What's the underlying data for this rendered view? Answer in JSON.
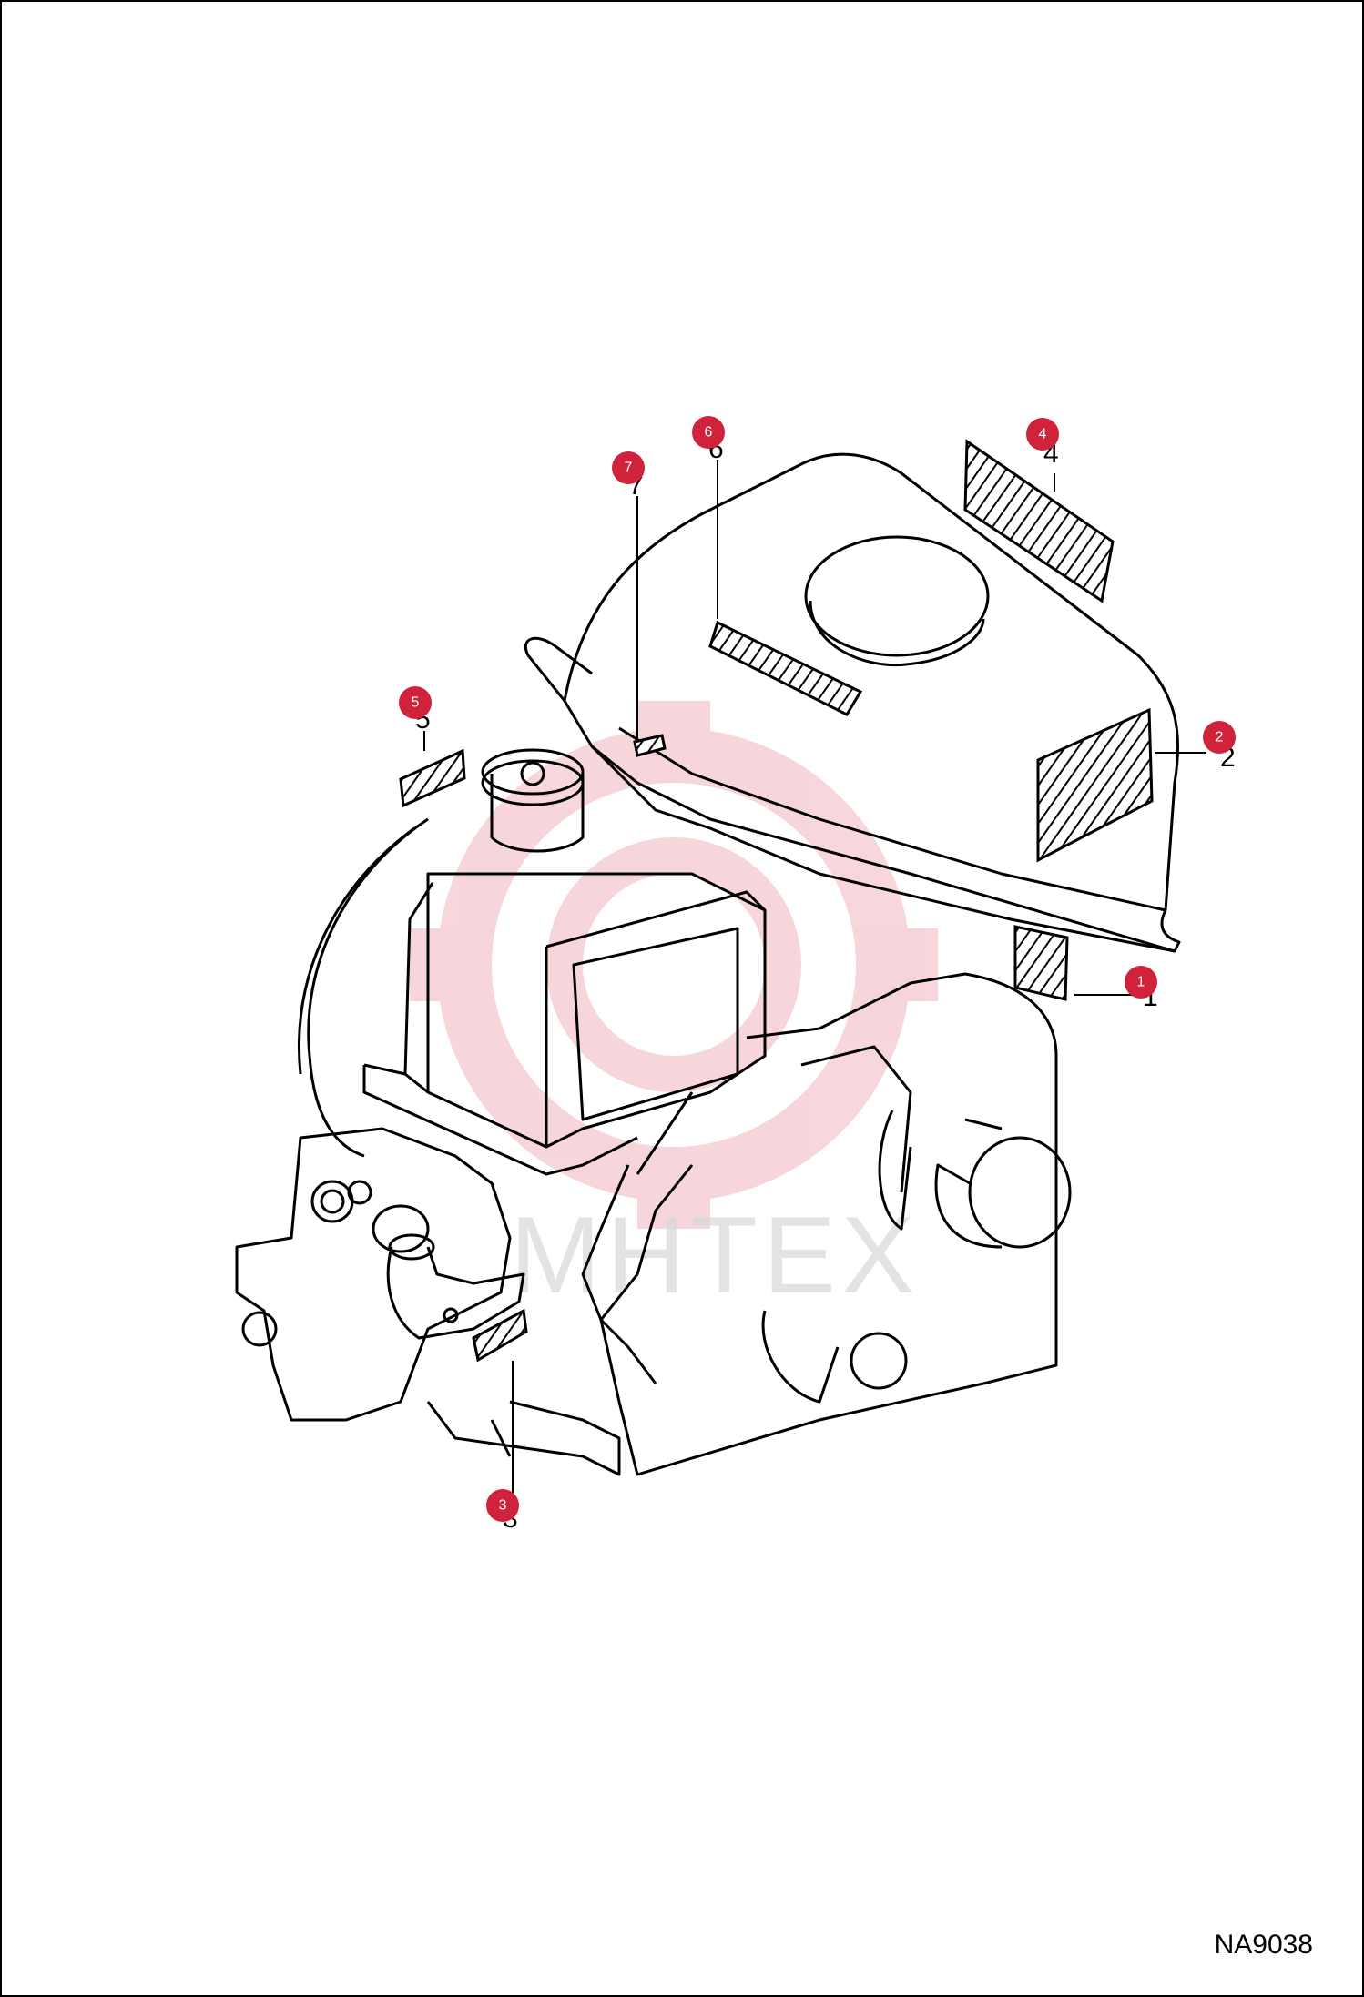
{
  "drawing_code": "NA9038",
  "watermark": "MHTEX",
  "accent_color": "#d0223b",
  "callouts": [
    {
      "id": "1",
      "label": "1",
      "part": "1"
    },
    {
      "id": "2",
      "label": "2",
      "part": "2"
    },
    {
      "id": "3",
      "label": "3",
      "part": "3"
    },
    {
      "id": "4",
      "label": "4",
      "part": "4"
    },
    {
      "id": "5",
      "label": "5",
      "part": "5"
    },
    {
      "id": "6",
      "label": "6",
      "part": "6"
    },
    {
      "id": "7",
      "label": "7",
      "part": "7"
    }
  ]
}
